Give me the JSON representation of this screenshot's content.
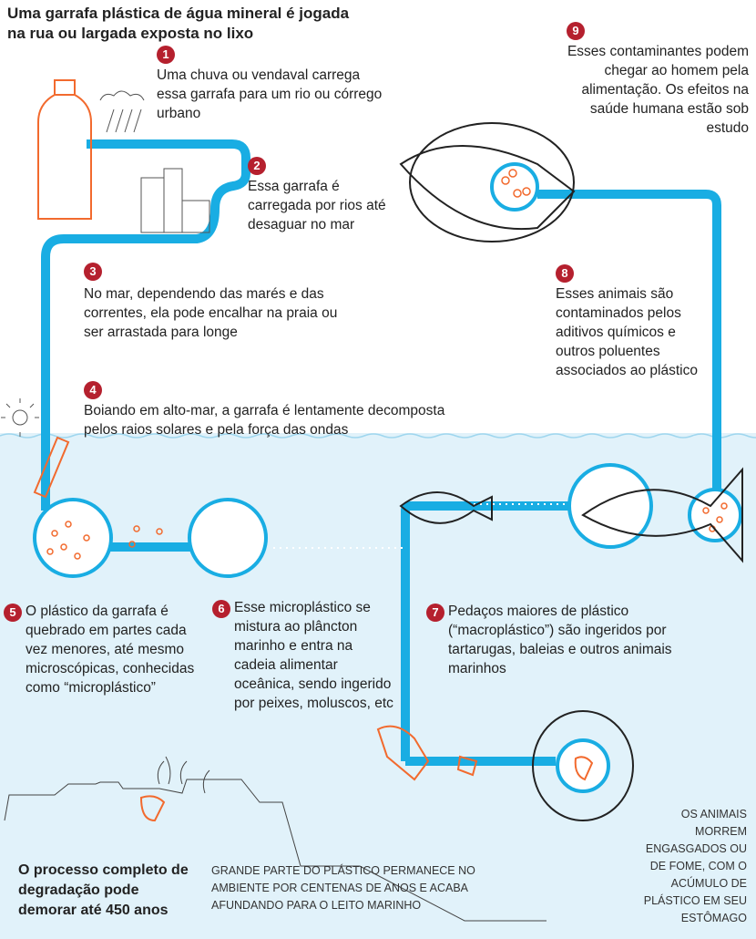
{
  "title": "Uma garrafa plástica de água mineral é jogada na rua ou largada exposta no lixo",
  "steps": [
    {
      "n": "1",
      "text": "Uma chuva ou vendaval carrega essa garrafa para um rio ou córrego urbano"
    },
    {
      "n": "2",
      "text": "Essa garrafa é carregada por rios até desaguar no mar"
    },
    {
      "n": "3",
      "text": "No mar, dependendo das marés e das correntes, ela pode encalhar na praia ou ser arrastada para longe"
    },
    {
      "n": "4",
      "text": "Boiando em alto-mar, a garrafa é lentamente decomposta pelos raios solares e pela força das ondas"
    },
    {
      "n": "5",
      "text": "O plástico da garrafa é quebrado em partes cada vez menores, até mesmo microscópicas, conhecidas como “microplástico”"
    },
    {
      "n": "6",
      "text": "Esse microplástico se mistura ao plâncton marinho e entra na cadeia alimentar oceânica, sendo ingerido por peixes, moluscos, etc"
    },
    {
      "n": "7",
      "text": "Pedaços maiores de plástico (“macroplástico”) são ingeridos por tartarugas, baleias e outros animais marinhos"
    },
    {
      "n": "8",
      "text": "Esses animais são contaminados pelos aditivos químicos e outros poluentes associados ao plástico"
    },
    {
      "n": "9",
      "text": "Esses contaminantes podem chegar ao homem pela alimentação. Os efeitos na saúde humana estão sob estudo"
    }
  ],
  "footer": {
    "process": "O processo completo de degradação pode demorar até 450 anos",
    "sinking": "Grande parte do plástico permanece no ambiente por centenas de anos e acaba afundando para o leito marinho",
    "animals": "Os animais morrem engasgados ou de fome, com o acúmulo de plástico em seu estômago"
  },
  "colors": {
    "pipe": "#19ade3",
    "ocean": "#e1f2fa",
    "plastic": "#f26a2e",
    "badge": "#b5202e"
  }
}
